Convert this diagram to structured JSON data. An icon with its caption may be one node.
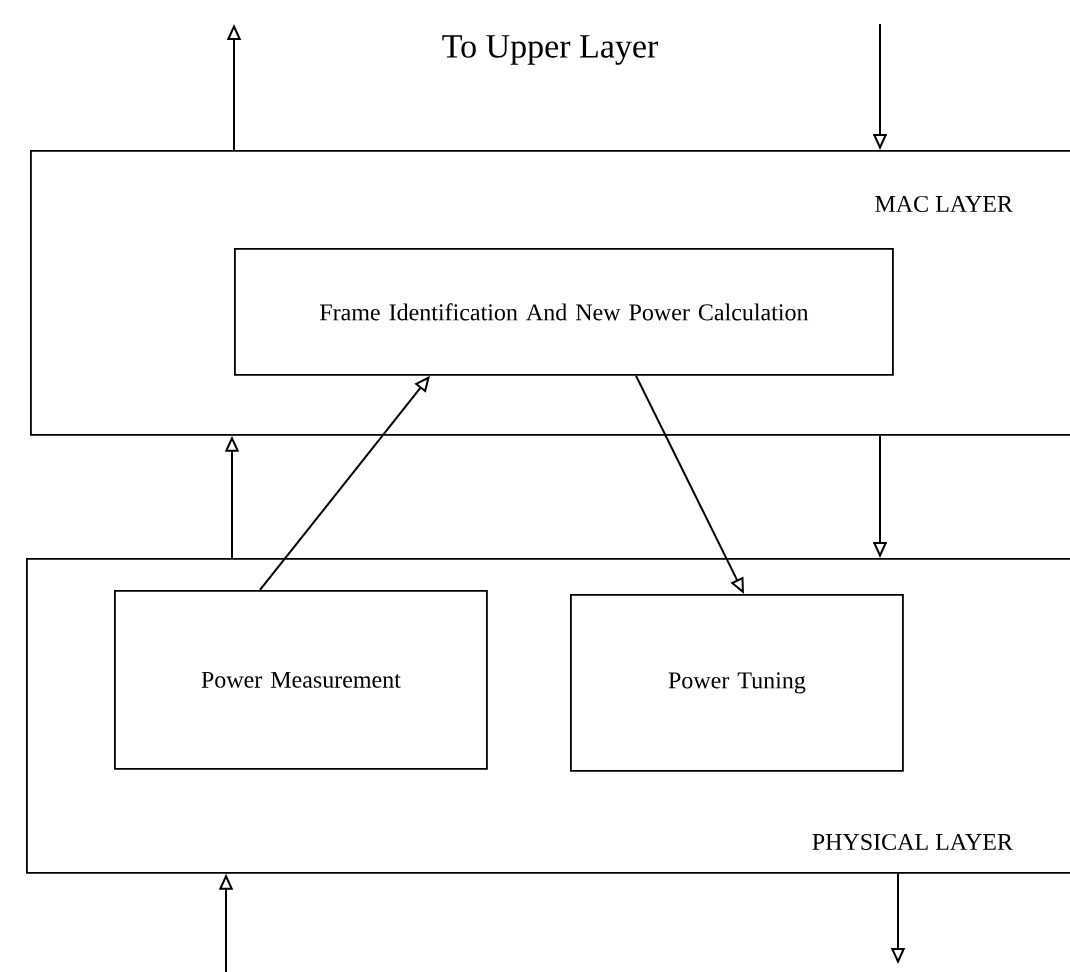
{
  "diagram": {
    "title": "To Upper Layer",
    "nodes": [
      {
        "text": [
          "MAC LAYER"
        ]
      },
      {
        "text": [
          "Frame Identification And New Power Calculation"
        ],
        "in": 0
      },
      {
        "text": [
          "PHYSICAL LAYER"
        ]
      },
      {
        "text": [
          "Power Measurement"
        ],
        "in": 2
      },
      {
        "text": [
          "Power Tuning"
        ],
        "in": 2
      }
    ],
    "edges": [
      {
        "from": 0,
        "to": null,
        "arrow": "to"
      },
      {
        "from": null,
        "to": 0,
        "arrow": "to"
      },
      {
        "from": 2,
        "to": 0,
        "arrow": "to"
      },
      {
        "from": 0,
        "to": 2,
        "arrow": "to"
      },
      {
        "from": 3,
        "to": 1,
        "arrow": "to"
      },
      {
        "from": 1,
        "to": 4,
        "arrow": "to"
      },
      {
        "from": null,
        "to": 2,
        "arrow": "to"
      },
      {
        "from": 2,
        "to": null,
        "arrow": "to"
      }
    ]
  }
}
